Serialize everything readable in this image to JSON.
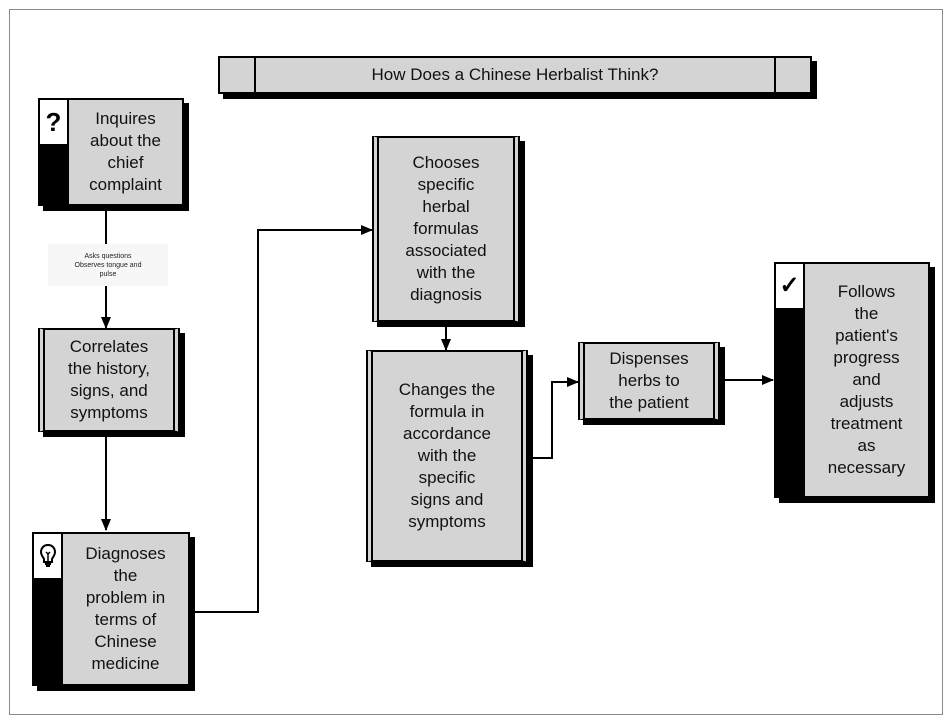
{
  "title": "How Does a Chinese Herbalist Think?",
  "steps": {
    "inquire": "Inquires\nabout the\nchief\ncomplaint",
    "correlate": "Correlates\nthe history,\nsigns, and\nsymptoms",
    "diagnose": "Diagnoses\nthe\nproblem in\nterms of\nChinese\nmedicine",
    "choose": "Chooses\nspecific\nherbal\nformulas\nassociated\nwith the\ndiagnosis",
    "change": "Changes the\nformula in\naccordance\nwith the\nspecific\nsigns and\nsymptoms",
    "dispense": "Dispenses\nherbs to\nthe patient",
    "follow": "Follows\nthe\npatient's\nprogress\nand\nadjusts\ntreatment\nas\nnecessary"
  },
  "edge_note": "Asks questions\nObserves tongue and\npulse",
  "icons": {
    "question": "?",
    "check": "✓"
  }
}
